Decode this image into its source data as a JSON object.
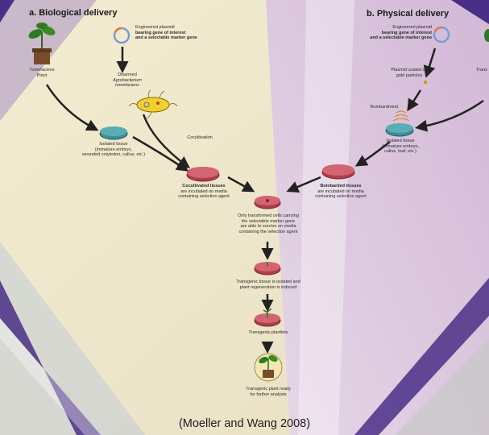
{
  "headings": {
    "biological": "a. Biological delivery",
    "physical": "b. Physical delivery"
  },
  "labels": {
    "plasmid_left_1": "Engineered plasmid",
    "plasmid_left_2": "bearing gene of interest",
    "plasmid_left_3": "and a selectable marker gene",
    "plasmid_right_1": "Engineered plasmid",
    "plasmid_right_2": "bearing gene of interest",
    "plasmid_right_3": "and a selectable marker gene",
    "tumefaciens_plant_1": "Tumefaciens",
    "tumefaciens_plant_2": "Plant",
    "agro_1": "Disarmed",
    "agro_2": "Agrobacterium",
    "agro_3": "tumefaciens",
    "cocultivation": "Cocultivation",
    "isolated_left_1": "Isolated tissue",
    "isolated_left_2": "(immature embryo,",
    "isolated_left_3": "wounded cotyledon, callus, etc.)",
    "coated_1": "Plasmid coated on",
    "coated_2": "gold particles",
    "bombardment": "Bombardment",
    "isolated_right_1": "Isolated tissue",
    "isolated_right_2": "(immature embryo,",
    "isolated_right_3": "callus, leaf, etc.)",
    "cocult_tissue_1": "Cocultivated tissues",
    "cocult_tissue_2": "are incubated on media",
    "cocult_tissue_3": "containing selection agent",
    "bombarded_1": "Bombarded tissues",
    "bombarded_2": "are incubated on media",
    "bombarded_3": "containing selection agent",
    "selection_1": "Only transformed cells carrying",
    "selection_2": "the selectable marker gene",
    "selection_3": "are able to survive on media",
    "selection_4": "containing the selection agent",
    "regen_1": "Transgenic tissue is isolated and",
    "regen_2": "plant regeneration is induced",
    "plantlets": "Transgenic plantlets",
    "ready_1": "Transgenic plant ready",
    "ready_2": "for further analysis",
    "right_edge": "Trans"
  },
  "caption": "(Moeller and Wang 2008)",
  "colors": {
    "left_bg": "#efe6c6",
    "right_bg": "#d9c0de",
    "frame": "#5a3a9a",
    "dish_red": "#c9535e",
    "dish_teal": "#3c8f95",
    "arrow": "#222222",
    "bacteria": "#f0d12c"
  }
}
